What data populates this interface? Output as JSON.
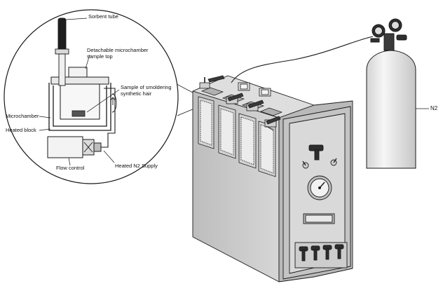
{
  "labels": {
    "sorbent_tube": "Sorbent tube",
    "sample_top_line1": "Detachable microchamber",
    "sample_top_line2": "sample top",
    "sample_line1": "Sample of smoldering",
    "sample_line2": "synthetic hair",
    "microchamber": "Microchamber",
    "heated_block": "Heated block",
    "flow_control": "Flow control",
    "heated_n2_supply": "Heated N2 Supply",
    "n2": "N2"
  },
  "icons": {
    "cylinder": "gas-cylinder-icon",
    "regulator": "pressure-regulator-icon",
    "gauge": "pressure-gauge-icon"
  },
  "colors": {
    "line": "#1a1a1a",
    "cabinet_dark": "#9c9c9c",
    "cabinet_mid": "#c8c8c8",
    "cabinet_light": "#e2e2e2",
    "cylinder_fill": "#e9e9e9"
  }
}
